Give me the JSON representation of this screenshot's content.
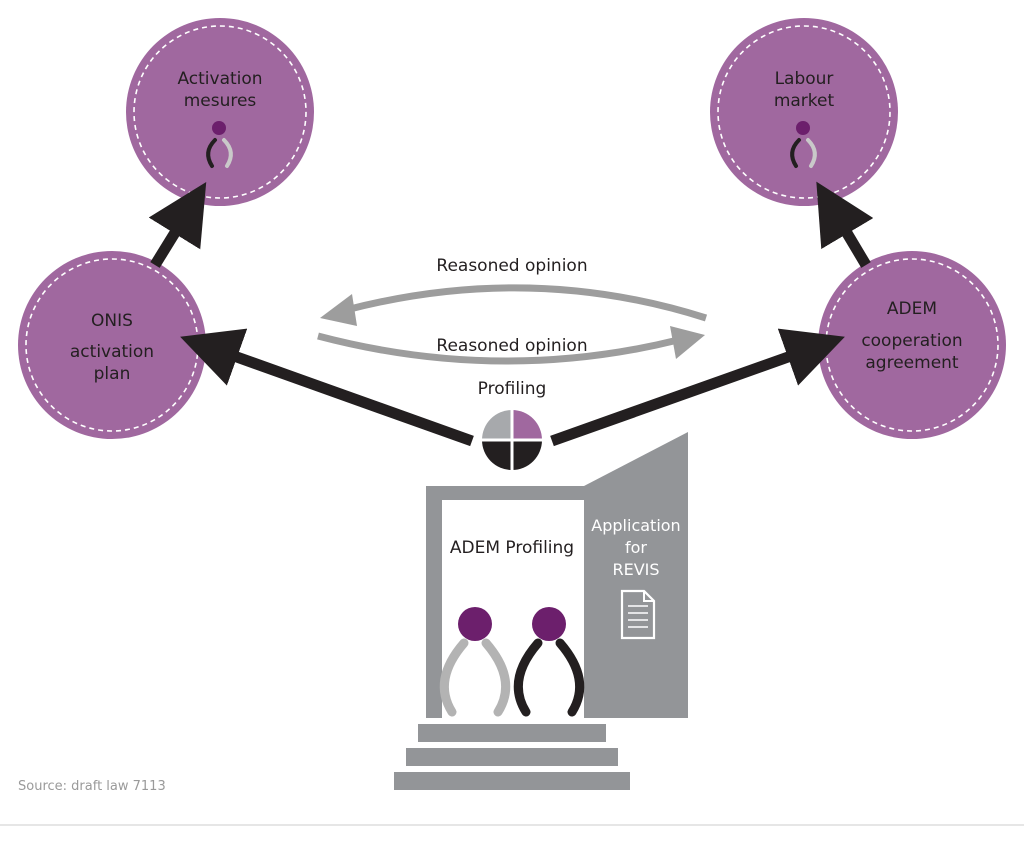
{
  "nodes": {
    "activation_measures": {
      "line1": "Activation",
      "line2": "mesures"
    },
    "labour_market": {
      "line1": "Labour",
      "line2": "market"
    },
    "onis": {
      "line1": "ONIS",
      "line2": "activation",
      "line3": "plan"
    },
    "adem_coop": {
      "line1": "ADEM",
      "line2": "cooperation",
      "line3": "agreement"
    }
  },
  "arrows": {
    "reasoned_top": "Reasoned opinion",
    "reasoned_bottom": "Reasoned opinion"
  },
  "profiling_label": "Profiling",
  "building": {
    "door_label": "ADEM Profiling",
    "application": {
      "line1": "Application",
      "line2": "for",
      "line3": "REVIS"
    }
  },
  "source": "Source: draft law 7113",
  "colors": {
    "circle": "#a0689f",
    "dark_purple": "#6c1f6c",
    "arrow_dark": "#231f20",
    "arrow_grey": "#9d9d9d",
    "building": "#939598"
  }
}
